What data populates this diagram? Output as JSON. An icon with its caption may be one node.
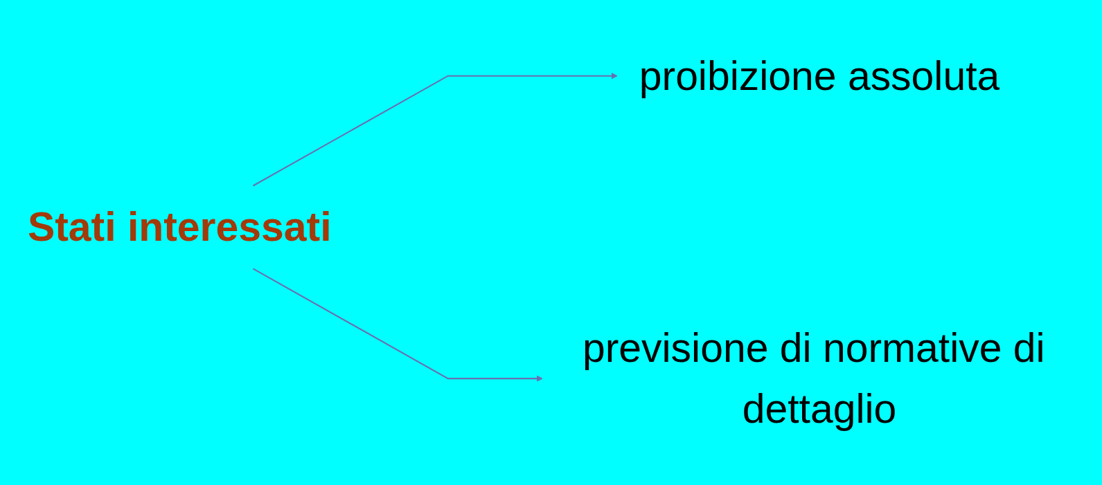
{
  "diagram": {
    "nodes": [
      {
        "text": [
          "Stati interessati"
        ]
      },
      {
        "text": [
          "proibizione assoluta"
        ]
      },
      {
        "text": [
          "previsione di normative di dettaglio"
        ]
      }
    ],
    "edges": [
      {
        "from": 0,
        "to": 1,
        "arrow": "to"
      },
      {
        "from": 0,
        "to": 2,
        "arrow": "to"
      }
    ]
  }
}
